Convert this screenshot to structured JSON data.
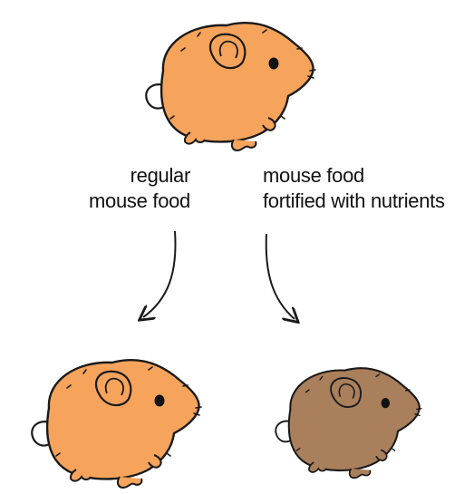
{
  "diagram": {
    "left_label": [
      "regular",
      "mouse food"
    ],
    "right_label": [
      "mouse food",
      "fortified with nutrients"
    ]
  },
  "colors": {
    "orange_fur": "#f6a35c",
    "brown_fur": "#a97f5c",
    "outline": "#1a1a1a"
  },
  "icons": {
    "parent": "mouse-icon",
    "child_left": "mouse-icon",
    "child_right": "mouse-icon",
    "arrows": "curved-arrow-icon"
  }
}
